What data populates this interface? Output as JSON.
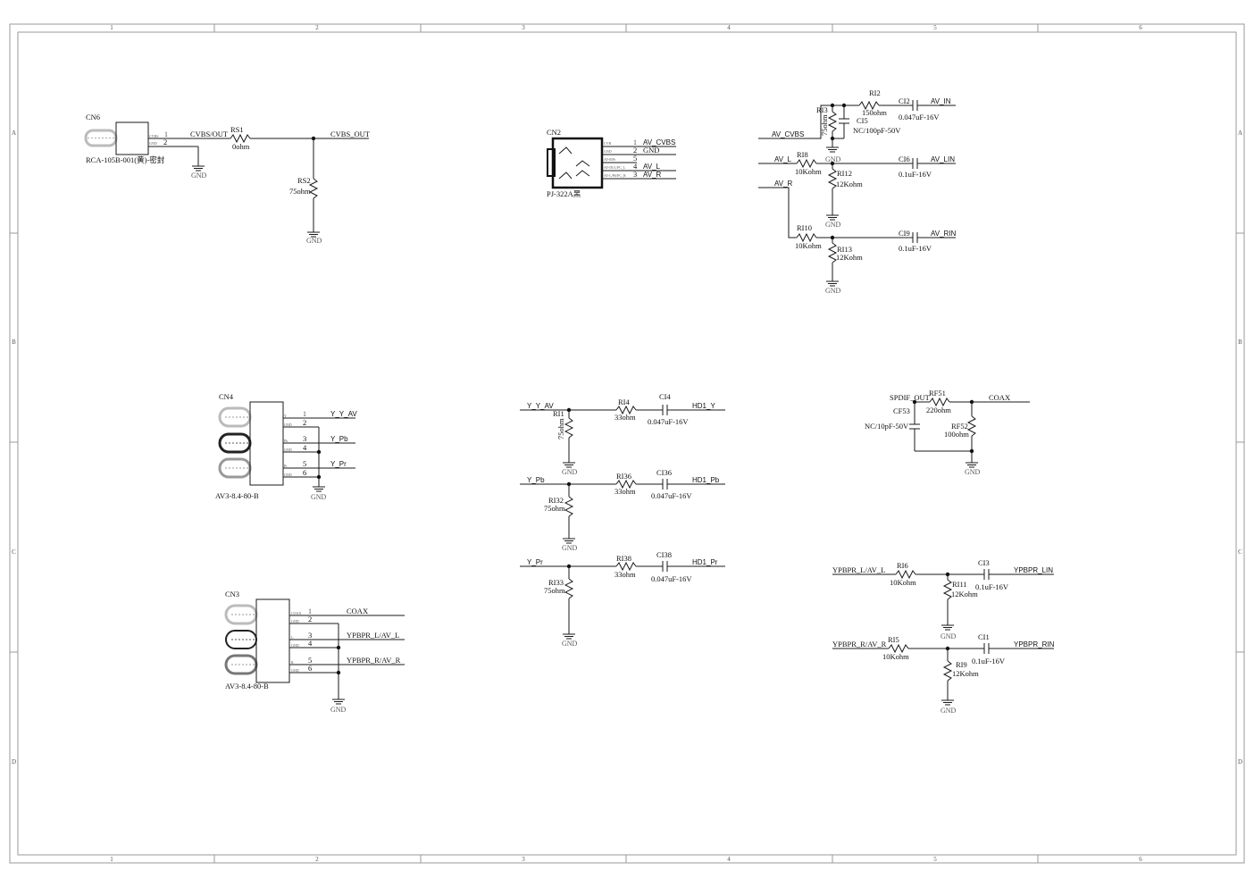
{
  "sheet": {
    "col_labels": [
      "1",
      "2",
      "3",
      "4",
      "5",
      "6"
    ],
    "row_labels": [
      "A",
      "B",
      "C",
      "D"
    ]
  },
  "cn6": {
    "ref": "CN6",
    "part": "RCA-105B-001(黄)-密封",
    "pin1_name": "CVBS",
    "pin2_name": "GND",
    "pin1": "1",
    "pin2": "2",
    "net_cvbs": "CVBS/OUT",
    "gnd": "GND"
  },
  "rs1": {
    "ref": "RS1",
    "value": "0ohm"
  },
  "rs2": {
    "ref": "RS2",
    "value": "75ohm"
  },
  "net_cvbs_out": "CVBS_OUT",
  "gnd_label": "GND",
  "cn2": {
    "ref": "CN2",
    "part": "PJ-322A黑",
    "pins": [
      {
        "num": "1",
        "small": "CVB",
        "net": "AV_CVBS"
      },
      {
        "num": "2",
        "small": "",
        "net": "GND"
      },
      {
        "num": "5",
        "small": "",
        "net": ""
      },
      {
        "num": "4",
        "small": "",
        "net": "AV_L"
      },
      {
        "num": "3",
        "small": "",
        "net": "AV_R"
      }
    ],
    "small_labels": [
      "GND",
      "AV-R/Pr",
      "AV-IN/L/PC_L",
      "AV-L/Pb/PC_R"
    ]
  },
  "av_in_block": {
    "net_av_cvbs": "AV_CVBS",
    "net_av_l": "AV_L",
    "net_av_r": "AV_R",
    "ri2": {
      "ref": "RI2",
      "value": "150ohm"
    },
    "ri3": {
      "ref": "RI3",
      "value": "75ohm"
    },
    "ci5": {
      "ref": "CI5",
      "value": "NC/100pF-50V"
    },
    "ci2": {
      "ref": "CI2",
      "value": "0.047uF-16V"
    },
    "av_in": "AV_IN",
    "ri8": {
      "ref": "RI8",
      "value": "10Kohm"
    },
    "ri12": {
      "ref": "RI12",
      "value": "12Kohm"
    },
    "ci6": {
      "ref": "CI6",
      "value": "0.1uF-16V"
    },
    "av_lin": "AV_LIN",
    "ri10": {
      "ref": "RI10",
      "value": "10Kohm"
    },
    "ri13": {
      "ref": "RI13",
      "value": "12Kohm"
    },
    "ci9": {
      "ref": "CI9",
      "value": "0.1uF-16V"
    },
    "av_rin": "AV_RIN"
  },
  "cn4": {
    "ref": "CN4",
    "part": "AV3-8.4-80-B",
    "pins": [
      "1",
      "2",
      "3",
      "4",
      "5",
      "6"
    ],
    "pin_small": [
      "Y",
      "GND",
      "Pb",
      "GND",
      "Pr",
      "GND"
    ],
    "net_y": "Y_Y_AV",
    "net_pb": "Y_Pb",
    "net_pr": "Y_Pr"
  },
  "ypbpr_block": {
    "net_y_in": "Y_Y_AV",
    "net_pb_in": "Y_Pb",
    "net_pr_in": "Y_Pr",
    "ri1": {
      "ref": "RI1",
      "value": "75ohm"
    },
    "ri4": {
      "ref": "RI4",
      "value": "33ohm"
    },
    "ci4": {
      "ref": "CI4",
      "value": "0.047uF-16V"
    },
    "hd1_y": "HD1_Y",
    "ri32": {
      "ref": "RI32",
      "value": "75ohm"
    },
    "ri36": {
      "ref": "RI36",
      "value": "33ohm"
    },
    "ci36": {
      "ref": "CI36",
      "value": "0.047uF-16V"
    },
    "hd1_pb": "HD1_Pb",
    "ri33": {
      "ref": "RI33",
      "value": "75ohm"
    },
    "ri38": {
      "ref": "RI38",
      "value": "33ohm"
    },
    "ci38": {
      "ref": "CI38",
      "value": "0.047uF-16V"
    },
    "hd1_pr": "HD1_Pr"
  },
  "spdif_block": {
    "net_in": "SPDIF_OUT",
    "rf51": {
      "ref": "RF51",
      "value": "220ohm"
    },
    "cf53": {
      "ref": "CF53",
      "value": "NC/10pF-50V"
    },
    "rf52": {
      "ref": "RF52",
      "value": "100ohm"
    },
    "net_out": "COAX"
  },
  "cn3": {
    "ref": "CN3",
    "part": "AV3-8.4-80-B",
    "pins": [
      "1",
      "2",
      "3",
      "4",
      "5",
      "6"
    ],
    "pin_small": [
      "COAX",
      "GND",
      "L",
      "GND",
      "R",
      "GND"
    ],
    "net_coax": "COAX",
    "net_l": "YPBPR_L/AV_L",
    "net_r": "YPBPR_R/AV_R"
  },
  "ypbpr_audio_block": {
    "net_l_in": "YPBPR_L/AV_L",
    "ri6": {
      "ref": "RI6",
      "value": "10Kohm"
    },
    "ri11": {
      "ref": "RI11",
      "value": "12Kohm"
    },
    "ci3": {
      "ref": "CI3",
      "value": "0.1uF-16V"
    },
    "net_l_out": "YPBPR_LIN",
    "net_r_in": "YPBPR_R/AV_R",
    "ri5": {
      "ref": "RI5",
      "value": "10Kohm"
    },
    "ri9": {
      "ref": "RI9",
      "value": "12Kohm"
    },
    "ci1": {
      "ref": "CI1",
      "value": "0.1uF-16V"
    },
    "net_r_out": "YPBPR_RIN"
  }
}
